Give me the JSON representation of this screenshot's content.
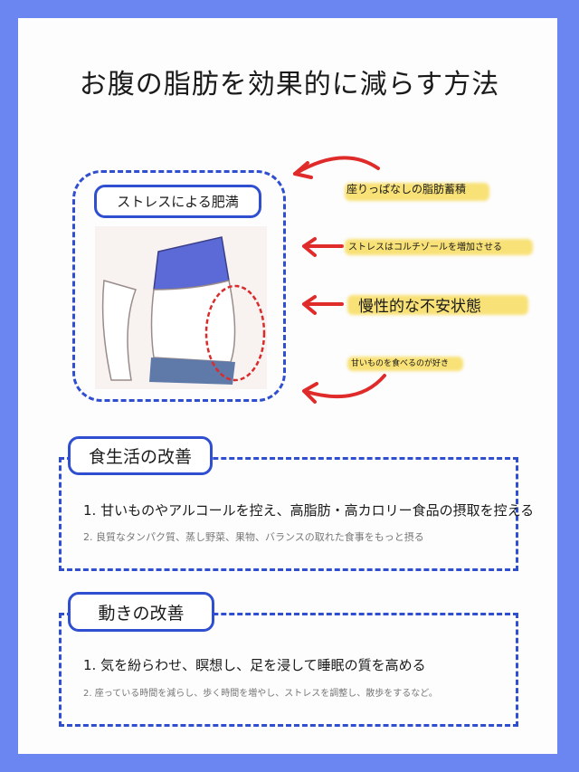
{
  "title": "お腹の脂肪を効果的に減らす方法",
  "stress": {
    "label": "ストレスによる肥満",
    "causes": [
      "座りっぱなしの脂肪蓄積",
      "ストレスはコルチゾールを増加させる",
      "慢性的な不安状態",
      "甘いものを食べるのが好き"
    ]
  },
  "sections": [
    {
      "title": "食生活の改善",
      "item1": "1. 甘いものやアルコールを控え、高脂肪・高カロリー食品の摂取を控える",
      "item2": "2. 良質なタンパク質、蒸し野菜、果物、バランスの取れた食事をもっと摂る"
    },
    {
      "title": "動きの改善",
      "item1": "1. 気を紛らわせ、瞑想し、足を浸して睡眠の質を高める",
      "item2": "2. 座っている時間を減らし、歩く時間を増やし、ストレスを調整し、散歩をするなど。"
    }
  ],
  "colors": {
    "border": "#6b86f0",
    "accent": "#2f4fd0",
    "arrow": "#e02b2b",
    "highlight": "#f7d84a"
  }
}
